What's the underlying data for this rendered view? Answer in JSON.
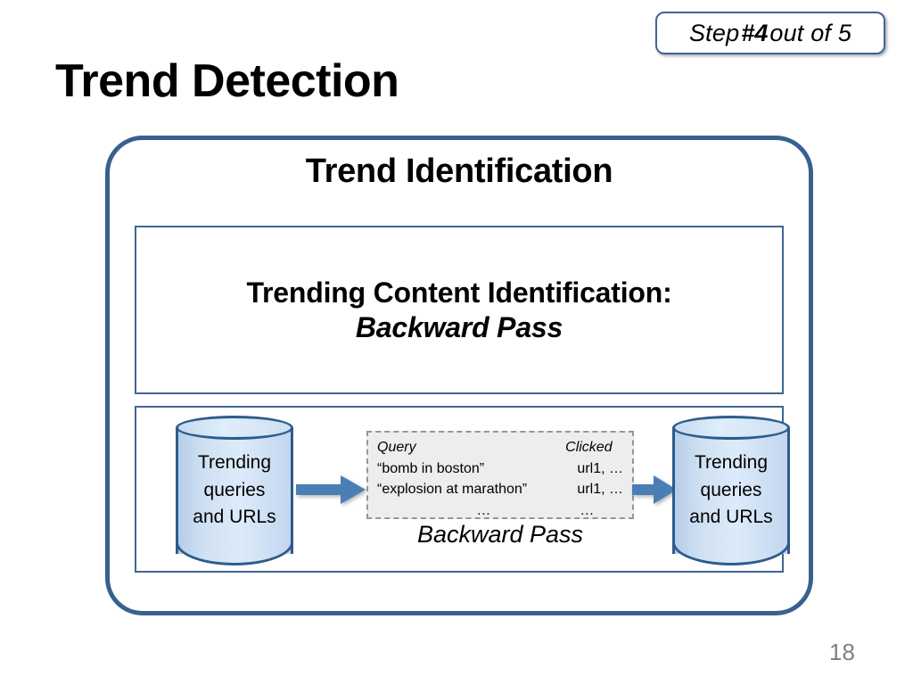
{
  "badge": {
    "prefix": "Step ",
    "number": "#4",
    "suffix": " out of 5"
  },
  "slide": {
    "title": "Trend Detection",
    "page_number": "18"
  },
  "container": {
    "section_header": "Trend Identification",
    "description": {
      "line1": "Trending Content Identification:",
      "line2": "Backward Pass"
    },
    "flow": {
      "source_store": {
        "line1": "Trending",
        "line2": "queries",
        "line3": "and URLs"
      },
      "target_store": {
        "line1": "Trending",
        "line2": "queries",
        "line3": "and URLs"
      },
      "table": {
        "headers": {
          "query": "Query",
          "clicked": "Clicked"
        },
        "rows": [
          {
            "query": "“bomb in boston”",
            "clicked": "url1, …"
          },
          {
            "query": "“explosion at marathon”",
            "clicked": "url1, …"
          },
          {
            "query": "…",
            "clicked": "…"
          }
        ]
      },
      "pass_label": "Backward Pass",
      "arrow_in_name": "arrow-right-icon",
      "arrow_out_name": "arrow-right-icon"
    }
  },
  "colors": {
    "accent_border": "#37618E",
    "panel_border": "#3E6694",
    "cylinder_stroke": "#2E5C8A",
    "cylinder_fill": "#cfe0f2",
    "arrow_fill": "#4A7EB5",
    "dashed_border": "#969696",
    "dashed_fill": "#EDEDED",
    "page_number": "#808080"
  }
}
